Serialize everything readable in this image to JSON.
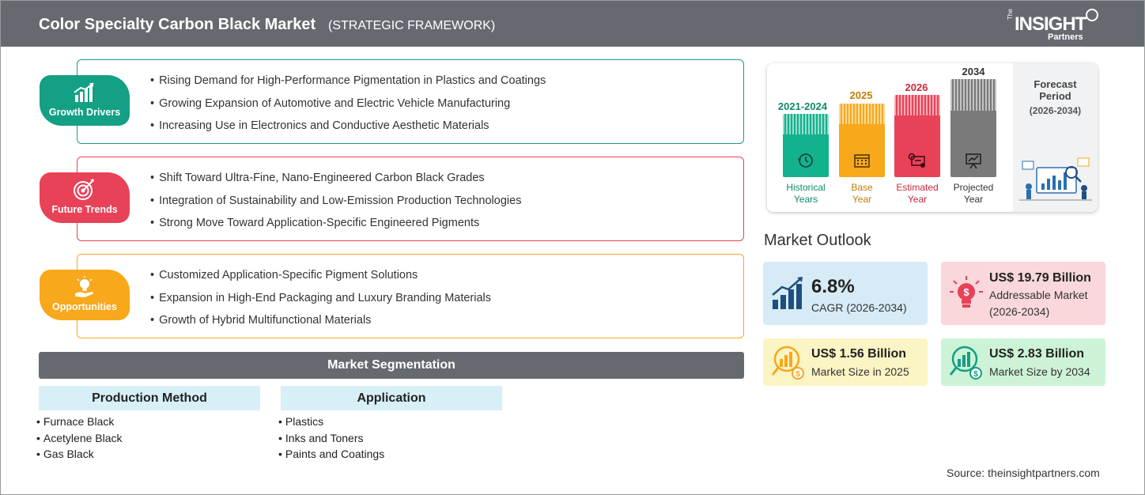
{
  "header": {
    "title": "Color Specialty Carbon Black Market",
    "subtitle": "(STRATEGIC FRAMEWORK)",
    "logo": {
      "the": "The",
      "insight": "INSIGHT",
      "partners": "Partners"
    }
  },
  "framework": {
    "growth_drivers": {
      "label": "Growth Drivers",
      "color": "#13a085",
      "icon": "bar-chart-growth-icon",
      "items": [
        "Rising Demand for High-Performance Pigmentation in Plastics and Coatings",
        "Growing Expansion of Automotive and Electric Vehicle Manufacturing",
        "Increasing Use in Electronics and Conductive Aesthetic Materials"
      ]
    },
    "future_trends": {
      "label": "Future Trends",
      "color": "#e84258",
      "icon": "target-icon",
      "items": [
        "Shift Toward Ultra-Fine, Nano-Engineered Carbon Black Grades",
        "Integration of Sustainability and Low-Emission Production Technologies",
        "Strong Move Toward Application-Specific Engineered Pigments"
      ]
    },
    "opportunities": {
      "label": "Opportunities",
      "color": "#f7a81b",
      "icon": "lightbulb-hand-icon",
      "items": [
        "Customized Application-Specific Pigment Solutions",
        "Expansion in High-End Packaging and Luxury Branding Materials",
        "Growth of Hybrid Multifunctional Materials"
      ]
    }
  },
  "segmentation": {
    "title": "Market Segmentation",
    "columns": [
      {
        "heading": "Production Method",
        "items": [
          "Furnace Black",
          "Acetylene Black",
          "Gas Black"
        ]
      },
      {
        "heading": "Application",
        "items": [
          "Plastics",
          "Inks and Toners",
          "Paints and Coatings"
        ]
      }
    ]
  },
  "timeline": {
    "periods": [
      {
        "year": "2021-2024",
        "caption": [
          "Historical",
          "Years"
        ],
        "color": "#13b28e",
        "text_color": "#0e8a6c",
        "icon": "history-icon"
      },
      {
        "year": "2025",
        "caption": [
          "Base",
          "Year"
        ],
        "color": "#f7a81b",
        "text_color": "#c07d05",
        "icon": "calendar-icon"
      },
      {
        "year": "2026",
        "caption": [
          "Estimated",
          "Year"
        ],
        "color": "#e84258",
        "text_color": "#c8293e",
        "icon": "estimate-icon"
      },
      {
        "year": "2034",
        "caption": [
          "Projected",
          "Year"
        ],
        "color": "#7a7a7a",
        "text_color": "#333333",
        "icon": "presentation-chart-icon"
      }
    ],
    "forecast": {
      "line1": "Forecast",
      "line2": "Period",
      "range": "(2026-2034)"
    }
  },
  "outlook": {
    "title": "Market Outlook",
    "cagr": {
      "value": "6.8%",
      "label": "CAGR (2026-2034)",
      "bg": "#d6ebf6",
      "icon": "growth-bars-icon"
    },
    "addressable": {
      "value": "US$ 19.79 Billion",
      "label1": "Addressable Market",
      "label2": "(2026-2034)",
      "bg": "#f9d7da",
      "icon": "idea-bulb-icon"
    },
    "size_2025": {
      "value": "US$ 1.56 Billion",
      "label": "Market Size in 2025",
      "bg": "#fbf4c4",
      "icon": "money-chart-icon"
    },
    "size_2034": {
      "value": "US$ 2.83 Billion",
      "label": "Market Size by 2034",
      "bg": "#cdf3d6",
      "icon": "money-chart-icon"
    }
  },
  "source": "Source: theinsightpartners.com"
}
